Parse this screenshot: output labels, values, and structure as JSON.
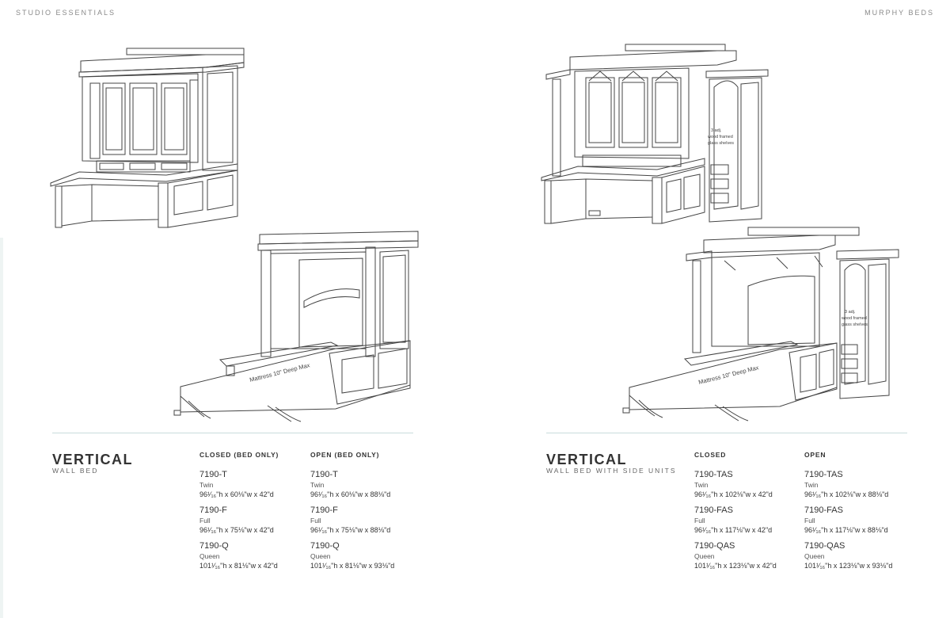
{
  "header": {
    "left": "STUDIO ESSENTIALS",
    "right": "MURPHY BEDS"
  },
  "drawings": {
    "mattress_label": "Mattress   10\" Deep Max",
    "shelf_label": [
      "3 adj.",
      "wood framed",
      "glass shelves"
    ]
  },
  "left": {
    "title": "VERTICAL",
    "subtitle": "WALL BED",
    "closed": {
      "heading": "CLOSED (BED ONLY)",
      "entries": [
        {
          "model": "7190-T",
          "size": "Twin",
          "dims": "96¹⁄₁₆\"h x 60⅛\"w x 42\"d"
        },
        {
          "model": "7190-F",
          "size": "Full",
          "dims": "96¹⁄₁₆\"h x 75⅛\"w x 42\"d"
        },
        {
          "model": "7190-Q",
          "size": "Queen",
          "dims": "101¹⁄₁₆\"h x 81⅛\"w x 42\"d"
        }
      ]
    },
    "open": {
      "heading": "OPEN (BED ONLY)",
      "entries": [
        {
          "model": "7190-T",
          "size": "Twin",
          "dims": "96¹⁄₁₆\"h x 60⅛\"w x 88⅛\"d"
        },
        {
          "model": "7190-F",
          "size": "Full",
          "dims": "96¹⁄₁₆\"h x 75⅛\"w x 88⅛\"d"
        },
        {
          "model": "7190-Q",
          "size": "Queen",
          "dims": "101¹⁄₁₆\"h x 81⅛\"w x 93⅛\"d"
        }
      ]
    }
  },
  "right": {
    "title": "VERTICAL",
    "subtitle": "WALL BED WITH SIDE UNITS",
    "closed": {
      "heading": "CLOSED",
      "entries": [
        {
          "model": "7190-TAS",
          "size": "Twin",
          "dims": "96¹⁄₁₆\"h x 102⅛\"w x 42\"d"
        },
        {
          "model": "7190-FAS",
          "size": "Full",
          "dims": "96¹⁄₁₆\"h x 117⅛\"w x 42\"d"
        },
        {
          "model": "7190-QAS",
          "size": "Queen",
          "dims": "101¹⁄₁₆\"h x 123⅛\"w x 42\"d"
        }
      ]
    },
    "open": {
      "heading": "OPEN",
      "entries": [
        {
          "model": "7190-TAS",
          "size": "Twin",
          "dims": "96¹⁄₁₆\"h x 102⅛\"w x 88⅛\"d"
        },
        {
          "model": "7190-FAS",
          "size": "Full",
          "dims": "96¹⁄₁₆\"h x 117⅛\"w x 88⅛\"d"
        },
        {
          "model": "7190-QAS",
          "size": "Queen",
          "dims": "101¹⁄₁₆\"h x 123⅛\"w x 93⅛\"d"
        }
      ]
    }
  }
}
